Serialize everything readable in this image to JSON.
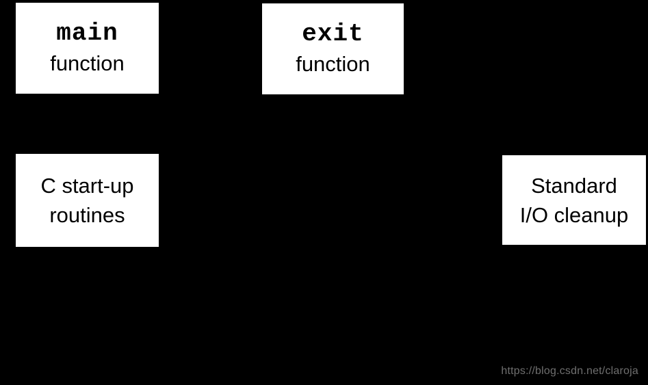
{
  "page": {
    "background_color": "#000000",
    "box_fill_color": "#ffffff",
    "box_text_color": "#000000",
    "watermark_color": "#6f6f6f"
  },
  "diagram": {
    "description": "C program start-up and termination diagram on black background; connector arrows are not visible against the black background",
    "nodes": [
      {
        "id": "main-function",
        "lines": [
          {
            "text": "main"
          },
          {
            "text": "function"
          }
        ]
      },
      {
        "id": "exit-function",
        "lines": [
          {
            "text": "exit"
          },
          {
            "text": "function"
          }
        ]
      },
      {
        "id": "c-startup-routines",
        "lines": [
          {
            "text": "C start-up"
          },
          {
            "text": "routines"
          }
        ]
      },
      {
        "id": "standard-io-cleanup",
        "lines": [
          {
            "text": "Standard"
          },
          {
            "text": "I/O cleanup"
          }
        ]
      }
    ]
  },
  "watermark": {
    "text": "https://blog.csdn.net/claroja"
  }
}
